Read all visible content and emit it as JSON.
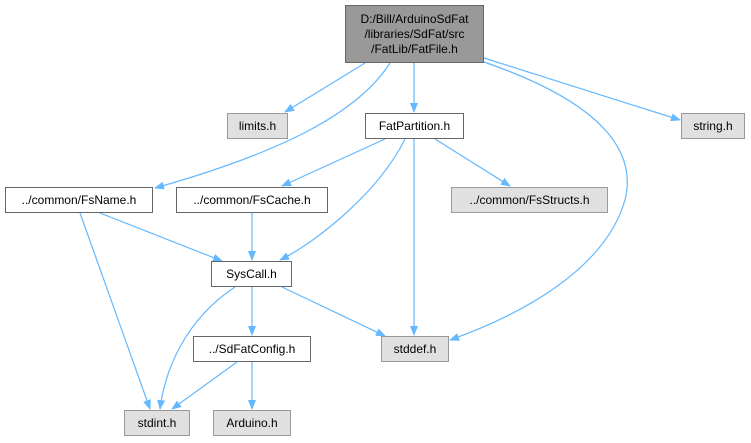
{
  "graph": {
    "colors": {
      "edge": "#63b8ff",
      "root_fill": "#999999",
      "external_fill": "#e0e0e0",
      "border": "#666666"
    },
    "nodes": {
      "root": "D:/Bill/ArduinoSdFat\n/libraries/SdFat/src\n/FatLib/FatFile.h",
      "limits": "limits.h",
      "fatpartition": "FatPartition.h",
      "string": "string.h",
      "fsname": "../common/FsName.h",
      "fscache": "../common/FsCache.h",
      "fsstructs": "../common/FsStructs.h",
      "syscall": "SysCall.h",
      "sdfatconfig": "../SdFatConfig.h",
      "stddef": "stddef.h",
      "stdint": "stdint.h",
      "arduino": "Arduino.h"
    },
    "edges": [
      [
        "root",
        "limits"
      ],
      [
        "root",
        "fatpartition"
      ],
      [
        "root",
        "string"
      ],
      [
        "root",
        "fsname"
      ],
      [
        "root",
        "stddef"
      ],
      [
        "fatpartition",
        "fscache"
      ],
      [
        "fatpartition",
        "fsstructs"
      ],
      [
        "fatpartition",
        "syscall"
      ],
      [
        "fatpartition",
        "stddef"
      ],
      [
        "fsname",
        "syscall"
      ],
      [
        "fsname",
        "stdint"
      ],
      [
        "fscache",
        "syscall"
      ],
      [
        "syscall",
        "sdfatconfig"
      ],
      [
        "syscall",
        "stddef"
      ],
      [
        "syscall",
        "stdint"
      ],
      [
        "sdfatconfig",
        "stdint"
      ],
      [
        "sdfatconfig",
        "arduino"
      ]
    ]
  }
}
